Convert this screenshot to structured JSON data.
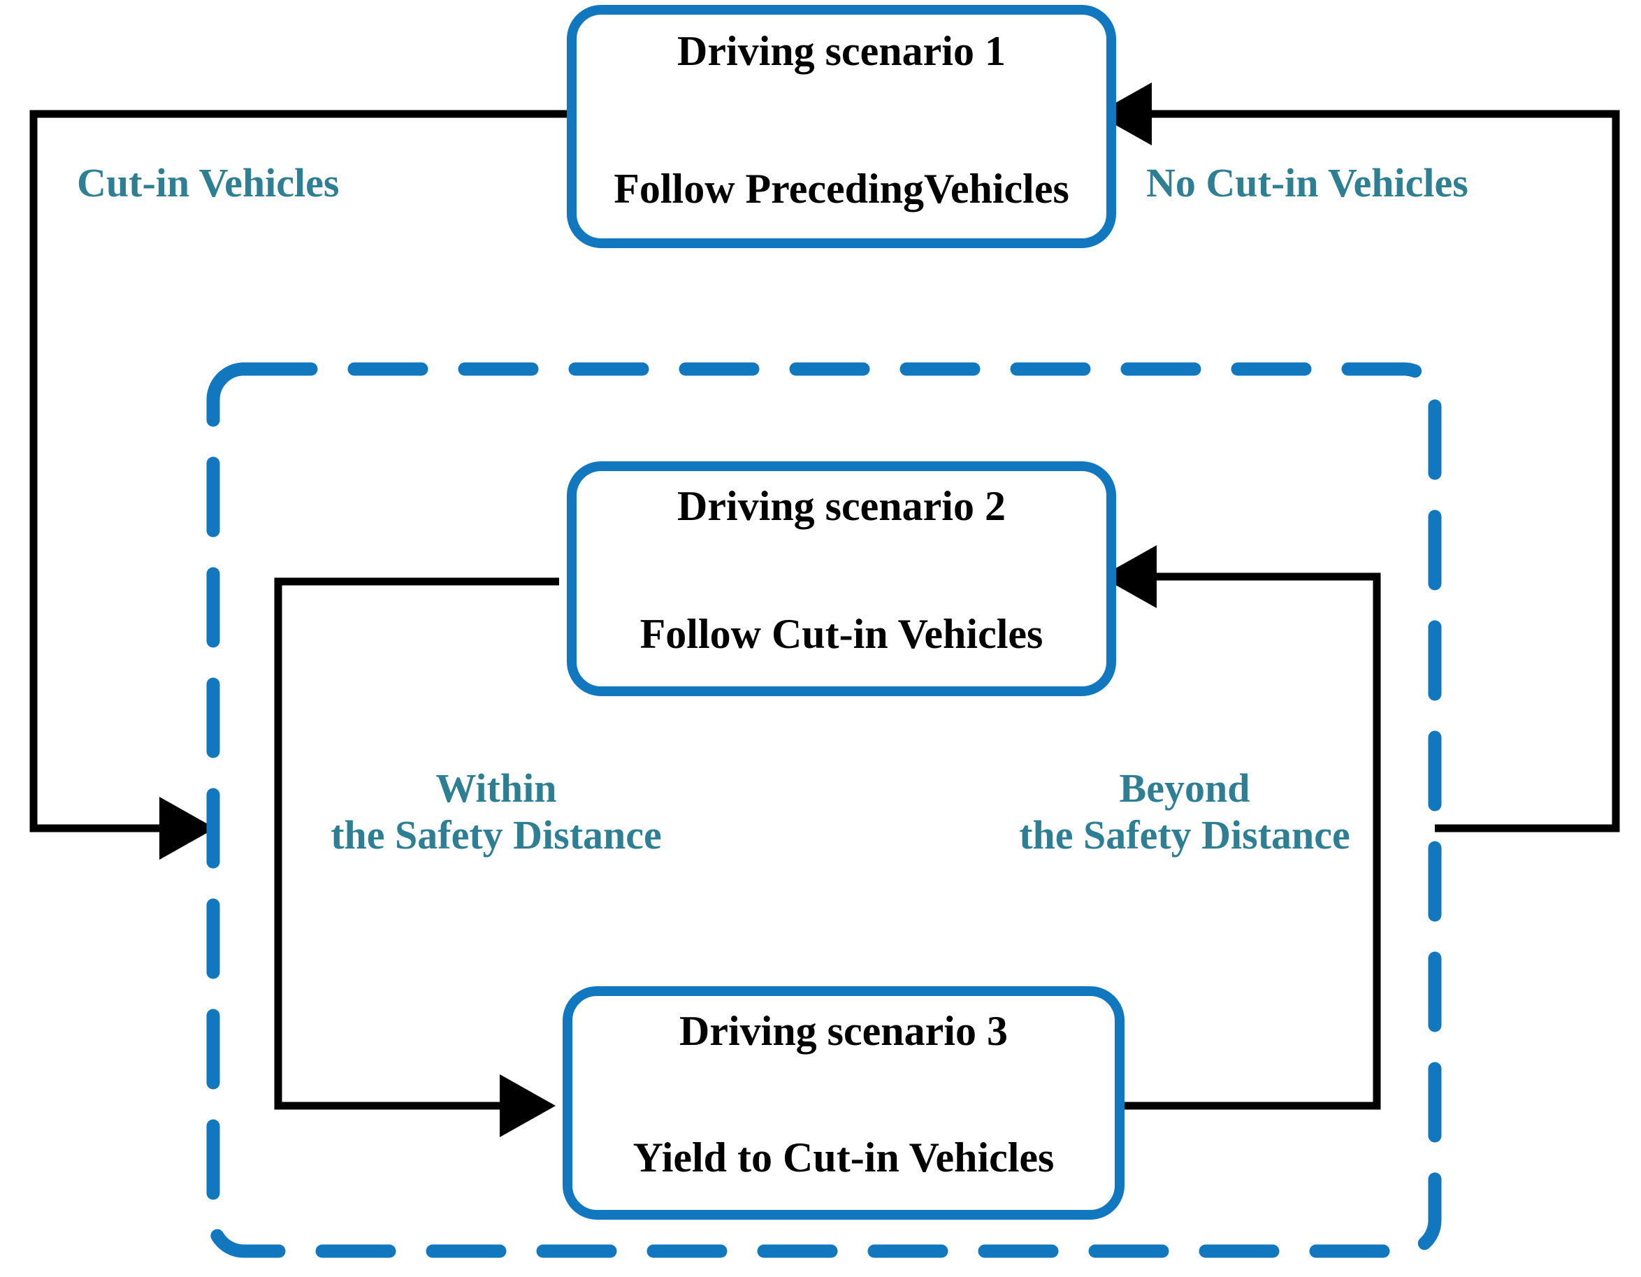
{
  "figure": {
    "type": "state-transition-diagram",
    "background": "#ffffff",
    "box_stroke_color": "#1177bf",
    "dashed_group_color": "#1177bf",
    "arrow_color": "#000000",
    "label_color": "#2e7f94",
    "title_color": "#000000"
  },
  "nodes": [
    {
      "id": "scenario1",
      "title": "Driving scenario 1",
      "subtitle": "Follow PrecedingVehicles"
    },
    {
      "id": "scenario2",
      "title": "Driving scenario 2",
      "subtitle": "Follow Cut-in Vehicles"
    },
    {
      "id": "scenario3",
      "title": "Driving scenario 3",
      "subtitle": "Yield to Cut-in Vehicles"
    }
  ],
  "edge_labels": {
    "cut_in": "Cut-in Vehicles",
    "no_cut_in": "No Cut-in Vehicles",
    "within_line1": "Within",
    "within_line2": "the Safety Distance",
    "beyond_line1": "Beyond",
    "beyond_line2": "the Safety Distance"
  },
  "transitions": [
    {
      "from": "scenario1",
      "to": "cut-in-group",
      "label": "Cut-in Vehicles",
      "direction": "left-down-right"
    },
    {
      "from": "cut-in-group",
      "to": "scenario1",
      "label": "No Cut-in Vehicles",
      "direction": "right-up-left"
    },
    {
      "from": "scenario2",
      "to": "scenario3",
      "label": "Within the Safety Distance",
      "direction": "left-down-right"
    },
    {
      "from": "scenario3",
      "to": "scenario2",
      "label": "Beyond the Safety Distance",
      "direction": "right-up-left"
    }
  ]
}
